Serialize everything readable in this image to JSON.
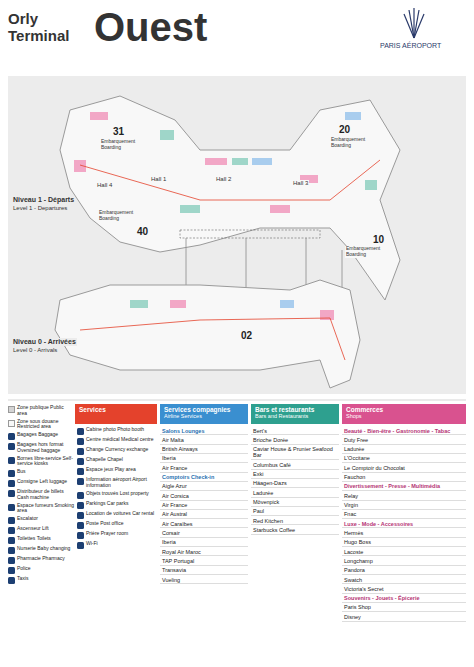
{
  "diagram": {
    "title": "Ouest",
    "nodes": [
      {
        "text": [
          "Services"
        ]
      },
      {
        "text": [
          "Services compagnies",
          "Airline Services"
        ]
      },
      {
        "text": [
          "Bars et restaurants",
          "Bars and Restaurants"
        ]
      },
      {
        "text": [
          "Commerces",
          "Shops"
        ]
      }
    ],
    "labels": [
      "Orly",
      "Terminal",
      "PARIS AÉROPORT",
      "Niveau 1 - Départs",
      "Level 1 - Departures",
      "Niveau 0 - Arrivées",
      "Level 0 - Arrivals",
      "Hall 1",
      "Hall 2",
      "Hall 3",
      "Hall 4",
      "31",
      "20",
      "10",
      "40",
      "02",
      "Embarquement Boarding",
      "Embarquement Boarding",
      "Embarquement Boarding",
      "Embarquement Boarding",
      "Salons Lounges",
      "Air Malta",
      "British Airways",
      "Iberia",
      "Air France",
      "Comptoirs Check-in",
      "Aigle Azur",
      "Air Corsica",
      "Air France",
      "Air Austral",
      "Air Caraïbes",
      "Corsair",
      "Iberia",
      "Royal Air Maroc",
      "TAP Portugal",
      "Transavia",
      "Vueling",
      "Bert's",
      "Brioche Dorée",
      "Caviar House & Prunier Seafood Bar",
      "Columbus Café",
      "Exki",
      "Häagen-Dazs",
      "Ladurée",
      "Mövenpick",
      "Paul",
      "Red Kitchen",
      "Starbucks Coffee",
      "Beauté - Bien-être - Gastronomie - Tabac",
      "Duty Free",
      "Ladurée",
      "L'Occitane",
      "Le Comptoir du Chocolat",
      "Fauchon",
      "Divertissement - Presse - Multimédia",
      "Relay",
      "Virgin",
      "Fnac",
      "Luxe - Mode - Accessoires",
      "Hermès",
      "Hugo Boss",
      "Lacoste",
      "Longchamp",
      "Pandora",
      "Swatch",
      "Victoria's Secret",
      "Souvenirs - Jouets - Épicerie",
      "Paris Shop",
      "Disney"
    ],
    "legend": [
      {
        "text": "Zone publique Public area",
        "color": "#d4d4d4"
      },
      {
        "text": "Zone sous douane Restricted area",
        "color": "#f8f8f8"
      },
      {
        "text": "Bagages Baggage"
      },
      {
        "text": "Bagages hors format Oversized baggage"
      },
      {
        "text": "Bornes libre-service Self-service kiosks"
      },
      {
        "text": "Bus"
      },
      {
        "text": "Consigne Left luggage"
      },
      {
        "text": "Distributeur de billets Cash machine"
      },
      {
        "text": "Espace fumeurs Smoking area"
      },
      {
        "text": "Escalator"
      },
      {
        "text": "Ascenseur Lift"
      },
      {
        "text": "Toilettes Toilets"
      },
      {
        "text": "Nurserie Baby changing"
      },
      {
        "text": "Pharmacie Pharmacy"
      },
      {
        "text": "Police"
      },
      {
        "text": "Taxis"
      },
      {
        "text": "Cabine photo Photo booth"
      },
      {
        "text": "Centre médical Medical centre"
      },
      {
        "text": "Change Currency exchange"
      },
      {
        "text": "Chapelle Chapel"
      },
      {
        "text": "Espace jeux Play area"
      },
      {
        "text": "Information aéroport Airport information"
      },
      {
        "text": "Objets trouvés Lost property"
      },
      {
        "text": "Parkings Car parks"
      },
      {
        "text": "Location de voitures Car rental"
      },
      {
        "text": "Poste Post office"
      },
      {
        "text": "Prière Prayer room"
      },
      {
        "text": "Wi-Fi"
      }
    ]
  }
}
